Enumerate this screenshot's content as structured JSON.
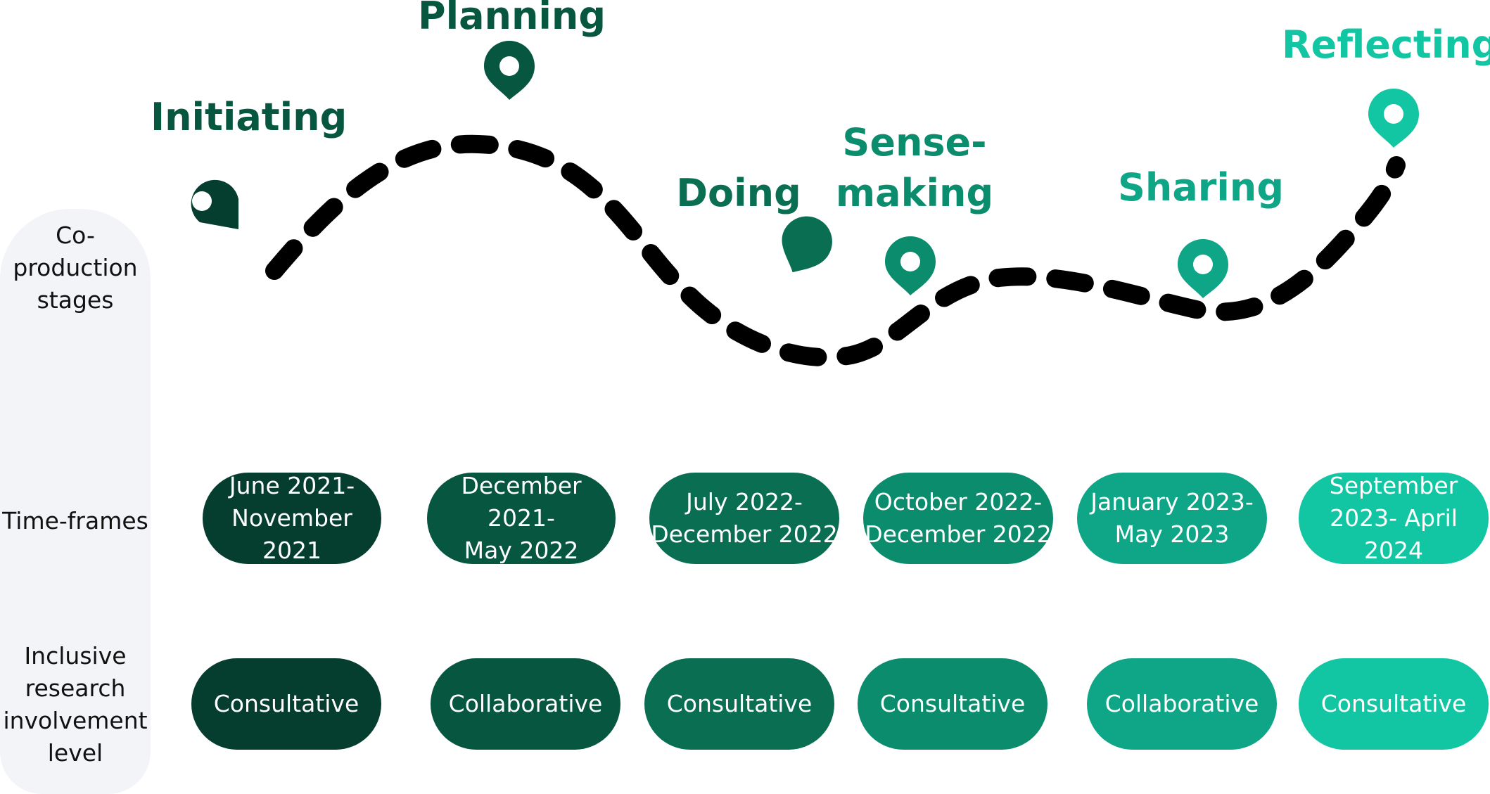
{
  "row_labels": {
    "stages": "Co-\nproduction\nstages",
    "timeframes": "Time-frames",
    "level": "Inclusive\nresearch\ninvolvement\nlevel"
  },
  "colors": {
    "c1": "#053d2e",
    "c2": "#07563f",
    "c3": "#0a6e53",
    "c4": "#0b8c6c",
    "c5": "#0ea687",
    "c6": "#13c6a3",
    "path": "#000000",
    "sidebar": "#f3f4f8"
  },
  "icons": {
    "marker": "map-pin-icon"
  },
  "stages": [
    {
      "id": "initiating",
      "title": "Initiating",
      "color": "#07563f",
      "pin_color": "#053d2e",
      "timeframe": "June 2021-\nNovember 2021",
      "level": "Consultative",
      "time_color": "#053d2e",
      "level_color": "#053d2e"
    },
    {
      "id": "planning",
      "title": "Planning",
      "color": "#07563f",
      "pin_color": "#07563f",
      "timeframe": "December 2021-\nMay 2022",
      "level": "Collaborative",
      "time_color": "#07563f",
      "level_color": "#07563f"
    },
    {
      "id": "doing",
      "title": "Doing",
      "color": "#0a6e53",
      "pin_color": "#0a6e53",
      "timeframe": "July 2022-\nDecember 2022",
      "level": "Consultative",
      "time_color": "#0a6e53",
      "level_color": "#0a6e53"
    },
    {
      "id": "sense-making",
      "title": "Sense-\nmaking",
      "color": "#0b8c6c",
      "pin_color": "#0b8c6c",
      "timeframe": "October 2022-\nDecember 2022",
      "level": "Consultative",
      "time_color": "#0b8c6c",
      "level_color": "#0b8c6c"
    },
    {
      "id": "sharing",
      "title": "Sharing",
      "color": "#0ea687",
      "pin_color": "#0ea687",
      "timeframe": "January 2023-\nMay 2023",
      "level": "Collaborative",
      "time_color": "#0ea687",
      "level_color": "#0ea687"
    },
    {
      "id": "reflecting",
      "title": "Reflecting",
      "color": "#13c6a3",
      "pin_color": "#13c6a3",
      "timeframe": "September\n2023- April 2024",
      "level": "Consultative",
      "time_color": "#13c6a3",
      "level_color": "#13c6a3"
    }
  ]
}
